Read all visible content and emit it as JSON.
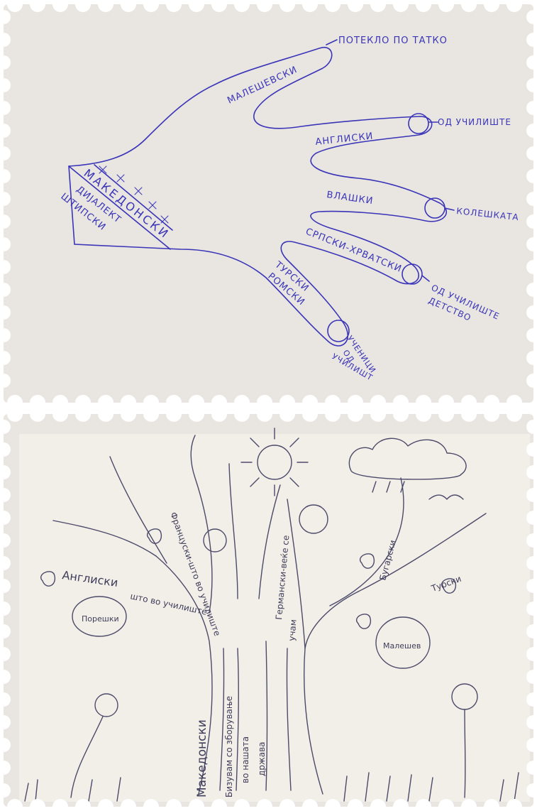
{
  "hand_drawing": {
    "palm_label": "МАКЕДОНСКИ",
    "dialect_label": "ДИЈАЛЕКТ",
    "dialect_value": "ШТИПСКИ",
    "fingers": [
      {
        "label": "МАЛЕШЕВСКИ",
        "source": "ПОТЕКЛО ПО ТАТКО"
      },
      {
        "label": "АНГЛИСКИ",
        "source": "ОД УЧИЛИШТЕ"
      },
      {
        "label": "ВЛАШКИ",
        "source": "КОЛЕШКАТА"
      },
      {
        "label": "СРПСКИ-ХРВАТСКИ",
        "source_1": "ОД УЧИЛИШТЕ",
        "source_2": "ДЕТСТВО"
      },
      {
        "label_1": "ТУРСКИ",
        "label_2": "РОМСКИ",
        "source_1": "УЧЕНИЦИ",
        "source_2": "ОД",
        "source_3": "УЧИЛИШТ"
      }
    ]
  },
  "tree_drawing": {
    "trunk_label": "Македонски",
    "trunk_note_1": "Бизувам со зборување",
    "trunk_note_2": "во нашата",
    "trunk_note_3": "држава",
    "branch_english": "Англиски",
    "branch_english_note": "што во училиште",
    "branch_french": "Француски-што во училиште",
    "branch_german": "Германски-веќе се",
    "branch_german_note": "учам",
    "branch_bulgarian": "Бугарски",
    "branch_turkish": "Турски",
    "fruit_left": "Порешки",
    "fruit_right": "Малешев"
  }
}
